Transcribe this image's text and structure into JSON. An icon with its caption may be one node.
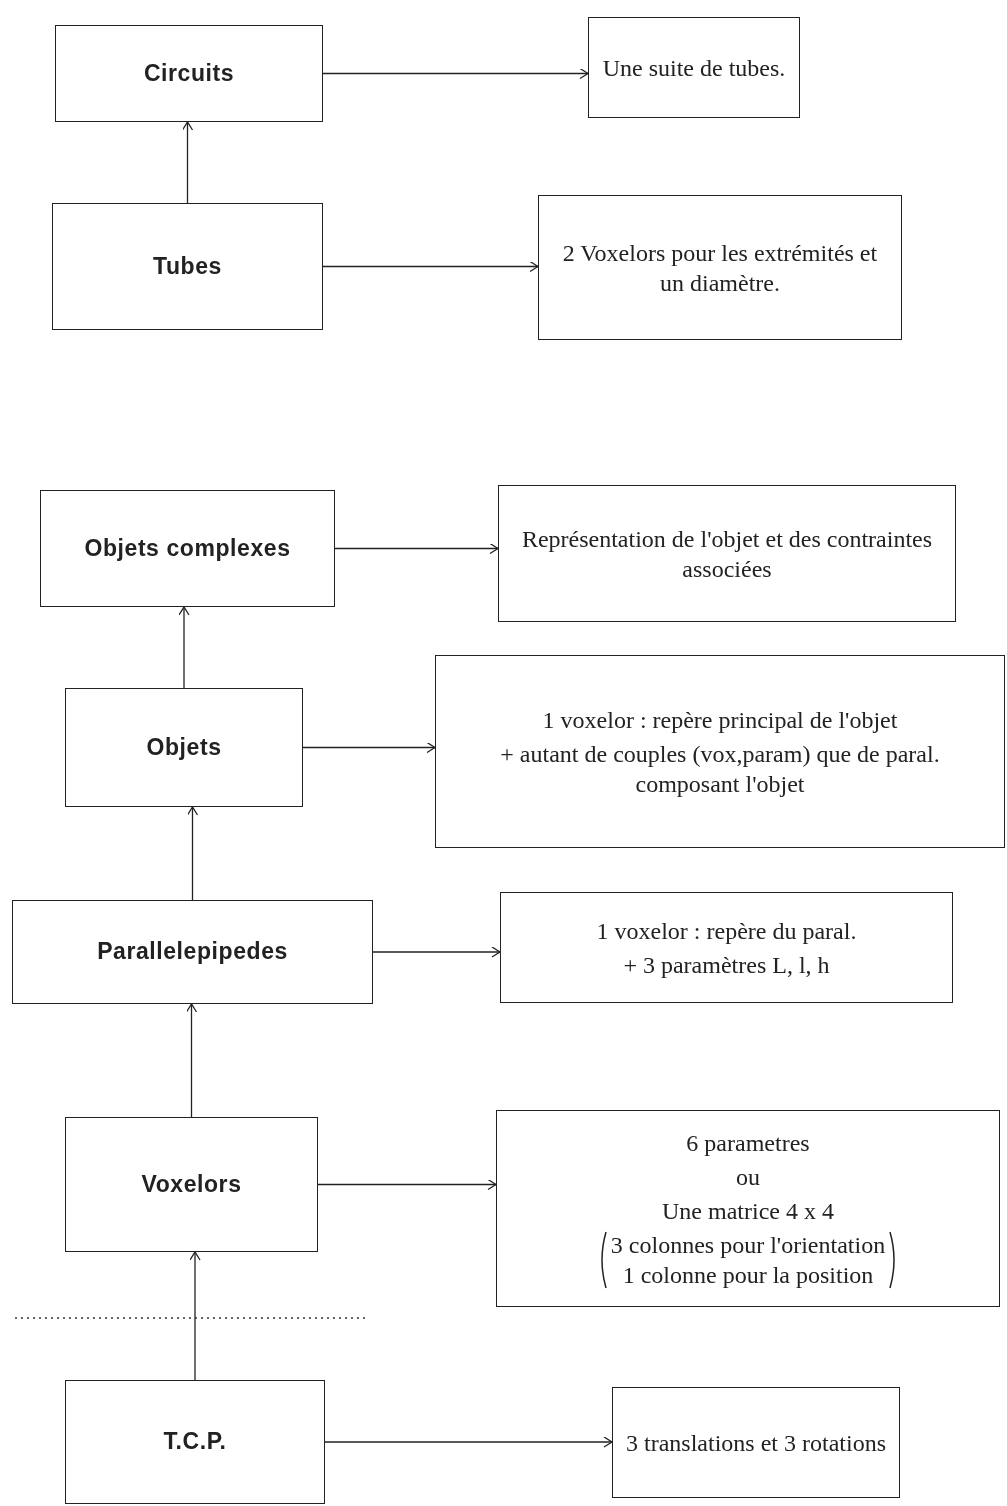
{
  "diagram": {
    "nodes": [
      {
        "text": [
          "Circuits"
        ]
      },
      {
        "text": [
          "Une suite de tubes."
        ]
      },
      {
        "text": [
          "Tubes"
        ]
      },
      {
        "text": [
          "2 Voxelors pour les extrémités et un diamètre."
        ]
      },
      {
        "text": [
          "Objets complexes"
        ]
      },
      {
        "text": [
          "Représentation de l'objet et des contraintes associées"
        ]
      },
      {
        "text": [
          "Objets"
        ]
      },
      {
        "text": [
          "1 voxelor : repère principal de l'objet",
          "+ autant de couples (vox,param) que de paral. composant l'objet"
        ]
      },
      {
        "text": [
          "Parallelepipedes"
        ]
      },
      {
        "text": [
          "1 voxelor : repère du paral.",
          "+ 3 paramètres L, l, h"
        ]
      },
      {
        "text": [
          "Voxelors"
        ]
      },
      {
        "text": [
          "6 parametres",
          "ou",
          "Une matrice 4 x 4",
          "3 colonnes pour l'orientation",
          "1 colonne pour la position"
        ]
      },
      {
        "text": [
          "T.C.P."
        ]
      },
      {
        "text": [
          "3 translations et 3 rotations"
        ]
      }
    ],
    "edges": [
      {
        "from": 0,
        "to": 1,
        "arrow": "to"
      },
      {
        "from": 2,
        "to": 0,
        "arrow": "to"
      },
      {
        "from": 2,
        "to": 3,
        "arrow": "to"
      },
      {
        "from": 4,
        "to": 5,
        "arrow": "to"
      },
      {
        "from": 6,
        "to": 4,
        "arrow": "to"
      },
      {
        "from": 6,
        "to": 7,
        "arrow": "to"
      },
      {
        "from": 8,
        "to": 6,
        "arrow": "to"
      },
      {
        "from": 8,
        "to": 9,
        "arrow": "to"
      },
      {
        "from": 10,
        "to": 8,
        "arrow": "to"
      },
      {
        "from": 10,
        "to": 11,
        "arrow": "to"
      },
      {
        "from": 12,
        "to": 10,
        "arrow": "to"
      },
      {
        "from": 12,
        "to": 13,
        "arrow": "to"
      }
    ]
  }
}
